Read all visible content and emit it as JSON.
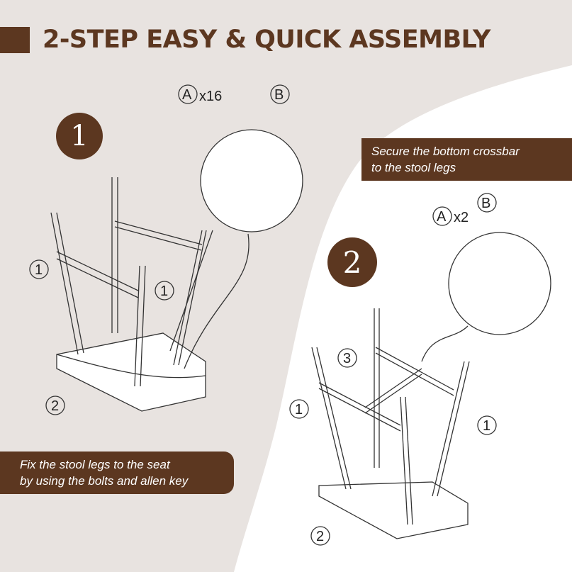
{
  "title": "2-STEP EASY & QUICK ASSEMBLY",
  "colors": {
    "brand": "#5c3720",
    "background": "#e8e3e0"
  },
  "step1": {
    "number": "1",
    "callout": [
      "Fix the stool legs to the seat",
      "by using the bolts and allen key"
    ],
    "parts": {
      "a_label": "A",
      "a_qty": "x16",
      "b_label": "B"
    },
    "part_labels": [
      "1",
      "1",
      "2"
    ]
  },
  "step2": {
    "number": "2",
    "callout": [
      "Secure the bottom crossbar",
      "to the stool legs"
    ],
    "parts": {
      "a_label": "A",
      "a_qty": "x2",
      "b_label": "B"
    },
    "part_labels": [
      "3",
      "1",
      "1",
      "2"
    ]
  }
}
